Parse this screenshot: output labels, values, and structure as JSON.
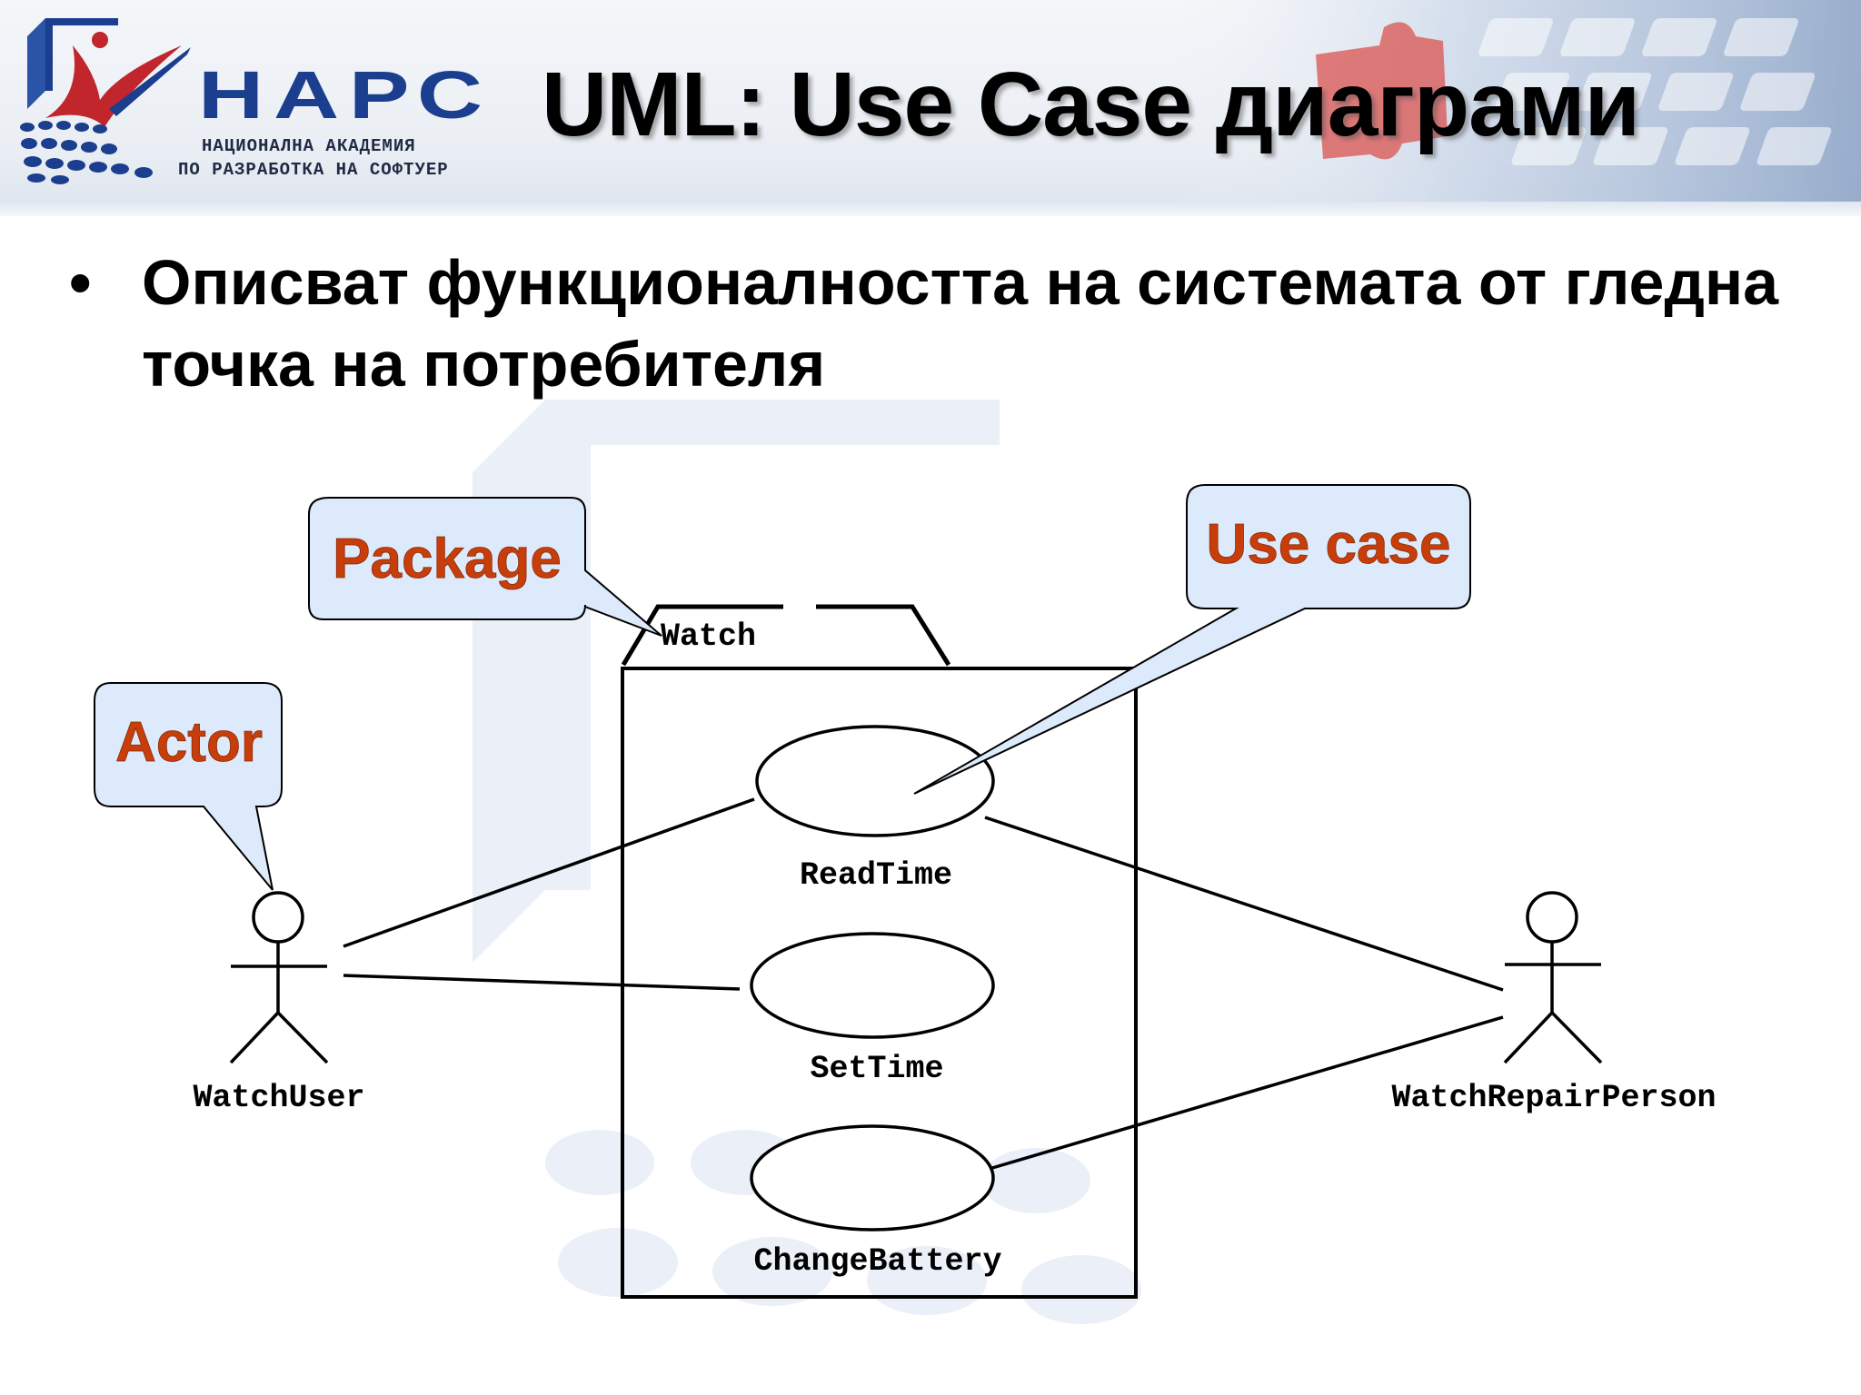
{
  "header": {
    "title": "UML: Use Case диаграми",
    "logo": {
      "name": "НАРС",
      "line1": "НАЦИОНАЛНА АКАДЕМИЯ",
      "line2": "ПО РАЗРАБОТКА НА СОФТУЕР"
    }
  },
  "bullets": [
    "Описват функционалността на системата от гледна точка на потребителя"
  ],
  "diagram": {
    "package_name": "Watch",
    "actors": [
      {
        "id": "user",
        "name": "WatchUser"
      },
      {
        "id": "repair",
        "name": "WatchRepairPerson"
      }
    ],
    "use_cases": [
      {
        "id": "read",
        "name": "ReadTime"
      },
      {
        "id": "set",
        "name": "SetTime"
      },
      {
        "id": "battery",
        "name": "ChangeBattery"
      }
    ],
    "associations": [
      {
        "actor": "user",
        "use_case": "read"
      },
      {
        "actor": "user",
        "use_case": "set"
      },
      {
        "actor": "repair",
        "use_case": "read"
      },
      {
        "actor": "repair",
        "use_case": "battery"
      }
    ],
    "callouts": {
      "package": "Package",
      "use_case": "Use case",
      "actor": "Actor"
    }
  },
  "colors": {
    "callout_fill": "#dceafb",
    "callout_text": "#c73e0b",
    "logo_blue": "#1b3e8f",
    "logo_red": "#c0262c"
  }
}
